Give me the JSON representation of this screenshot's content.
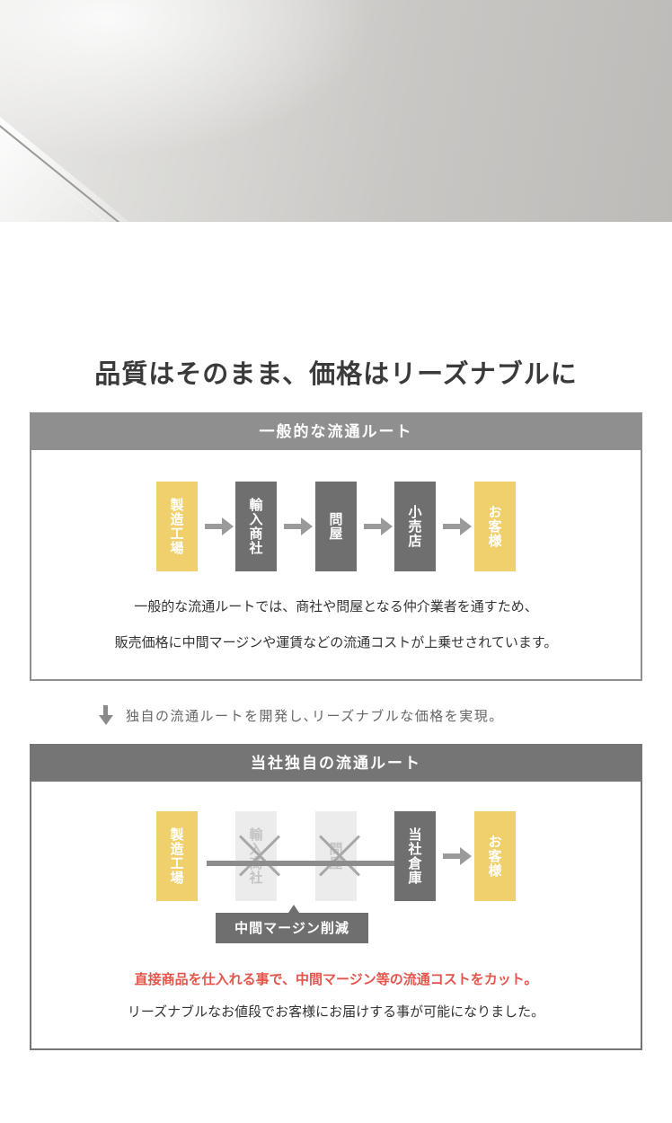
{
  "main_title": "品質はそのまま、価格はリーズナブルに",
  "general_route": {
    "header": "一般的な流通ルート",
    "nodes": [
      {
        "label": "製造工場",
        "color": "#efd06d"
      },
      {
        "label": "輸入商社",
        "color": "#6f6f6f"
      },
      {
        "label": "問屋",
        "color": "#6f6f6f"
      },
      {
        "label": "小売店",
        "color": "#6f6f6f"
      },
      {
        "label": "お客様",
        "color": "#efd06d"
      }
    ],
    "description_line1": "一般的な流通ルートでは、商社や問屋となる仲介業者を通すため、",
    "description_line2": "販売価格に中間マージンや運賃などの流通コストが上乗せされています。"
  },
  "transition_note": "独自の流通ルートを開発し､リーズナブルな価格を実現。",
  "own_route": {
    "header": "当社独自の流通ルート",
    "nodes": [
      {
        "label": "製造工場",
        "state": "active"
      },
      {
        "label": "輸入商社",
        "state": "skipped"
      },
      {
        "label": "問屋",
        "state": "skipped"
      },
      {
        "label": "当社倉庫",
        "state": "active"
      },
      {
        "label": "お客様",
        "state": "active"
      }
    ],
    "margin_tag": "中間マージン削減",
    "highlight": "直接商品を仕入れる事で、中間マージン等の流通コストをカット。",
    "description": "リーズナブルなお値段でお客様にお届けする事が可能になりました。"
  },
  "colors": {
    "accent_yellow": "#efd06d",
    "node_gray": "#6f6f6f",
    "highlight_red": "#e4554c"
  }
}
